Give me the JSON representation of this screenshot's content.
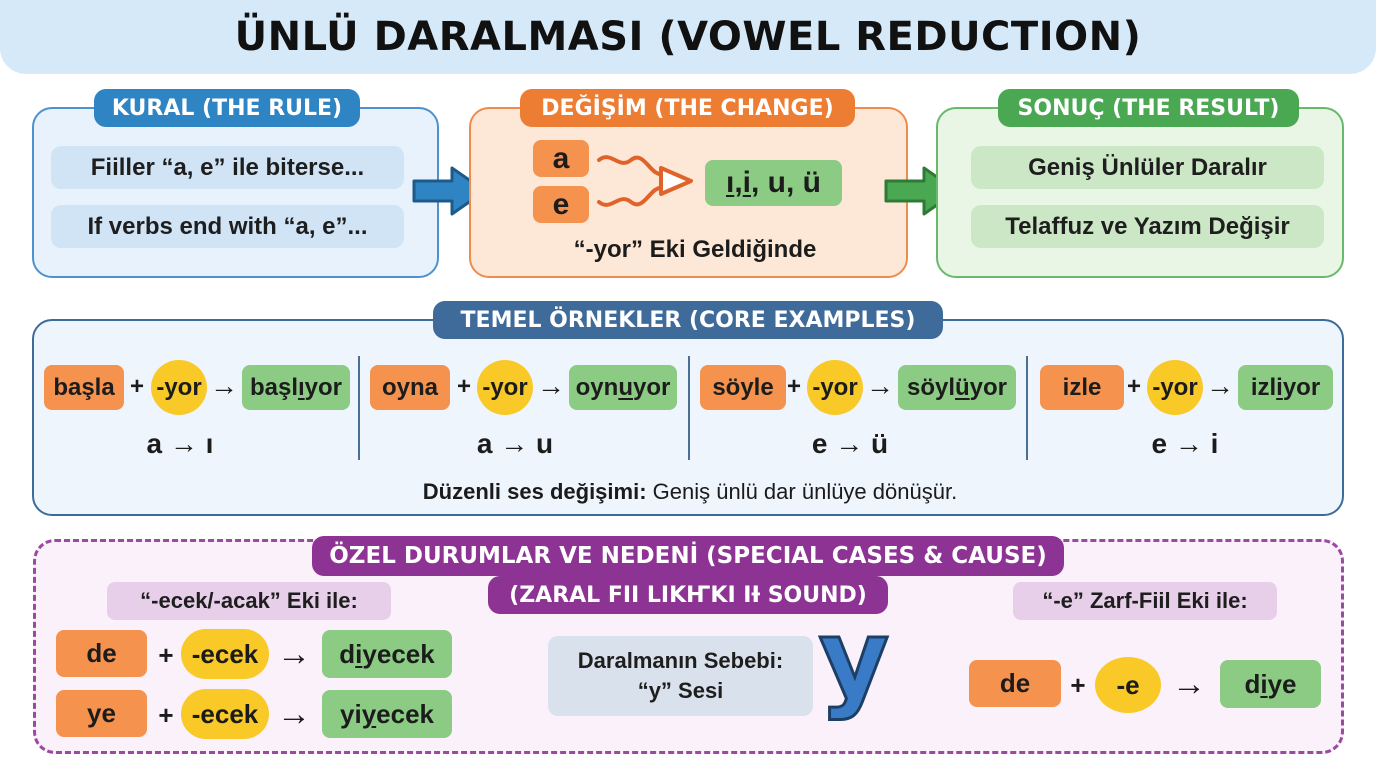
{
  "title": "ÜNLÜ DARALMASI (VOWEL REDUCTION)",
  "rule": {
    "heading": "KURAL (THE RULE)",
    "line1": "Fiiller “a, e” ile biterse...",
    "line2": "If verbs end with “a, e”..."
  },
  "change": {
    "heading": "DEĞİŞİM (THE CHANGE)",
    "from_a": "a",
    "from_e": "e",
    "to_parts": [
      "ı",
      ", ",
      "i",
      ", u, ü"
    ],
    "caption": "“-yor” Eki Geldiğinde"
  },
  "result": {
    "heading": "SONUÇ (THE RESULT)",
    "line1": "Geniş Ünlüler Daralır",
    "line2": "Telaffuz ve Yazım Değişir"
  },
  "core": {
    "heading": "TEMEL ÖRNEKLER (CORE EXAMPLES)",
    "plus": "+",
    "arrow": "→",
    "examples": [
      {
        "verb": "başla",
        "suffix": "-yor",
        "res_pre": "başl",
        "res_mid": "ı",
        "res_post": "yor",
        "rule": "a → ı"
      },
      {
        "verb": "oyna",
        "suffix": "-yor",
        "res_pre": "oyn",
        "res_mid": "u",
        "res_post": "yor",
        "rule": "a → u"
      },
      {
        "verb": "söyle",
        "suffix": "-yor",
        "res_pre": "söyl",
        "res_mid": "ü",
        "res_post": "yor",
        "rule": "e → ü"
      },
      {
        "verb": "izle",
        "suffix": "-yor",
        "res_pre": "izl",
        "res_mid": "i",
        "res_post": "yor",
        "rule": "e → i"
      }
    ],
    "note_bold": "Düzenli ses değişimi:",
    "note_rest": " Geniş ünlü dar ünlüye dönüşür."
  },
  "special": {
    "heading": "ÖZEL DURUMLAR VE NEDENİ (SPECIAL CASES & CAUSE)",
    "subheading": "(ZARAL FII LIKҤKI IƗ SOUND)",
    "left_label": "“-ecek/-acak” Eki ile:",
    "left_examples": [
      {
        "verb": "de",
        "suffix": "-ecek",
        "res_pre": "d",
        "res_mid": "i",
        "res_post": "yecek"
      },
      {
        "verb": "ye",
        "suffix": "-ecek",
        "res_pre": "yi",
        "res_mid": "y",
        "res_post": "ecek"
      }
    ],
    "cause_line1": "Daralmanın Sebebi:",
    "cause_line2": "“y” Sesi",
    "cause_letter": "y",
    "right_label": "“-e” Zarf-Fiil Eki ile:",
    "right_example": {
      "verb": "de",
      "suffix": "-e",
      "res_pre": "d",
      "res_mid": "i",
      "res_post": "ye"
    }
  }
}
